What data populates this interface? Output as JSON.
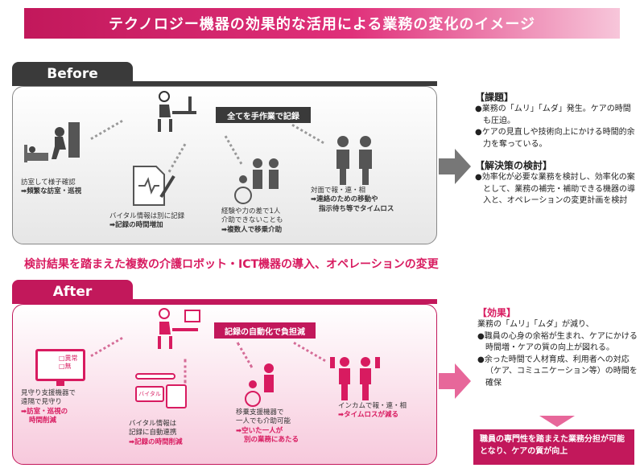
{
  "title": "テクノロジー機器の効果的な活用による業務の変化のイメージ",
  "before": {
    "tab": "Before",
    "badge": "全てを手作業で記録",
    "items": [
      {
        "line1": "訪室して様子確認",
        "line2": "➡頻繁な訪室・巡視"
      },
      {
        "line1": "バイタル情報は別に記録",
        "line2": "➡記録の時間増加"
      },
      {
        "line1": "経験や力の差で1人",
        "line2": "介助できないことも",
        "line3": "➡複数人で移乗介助"
      },
      {
        "line1": "対面で報・連・相",
        "line2": "➡連絡のための移動や",
        "line3": "指示待ち等でタイムロス"
      }
    ]
  },
  "issues": {
    "title": "【課題】",
    "bullets": [
      "●業務の「ムリ」「ムダ」発生。ケアの時間も圧迫。",
      "●ケアの見直しや技術向上にかける時間的余力を奪っている。"
    ],
    "solution_title": "【解決策の検討】",
    "solution_bullets": [
      "●効率化が必要な業務を検討し、効率化の案として、業務の補完・補助できる機器の導入と、オペレーションの変更計画を検討"
    ]
  },
  "middle_heading": "検討結果を踏まえた複数の介護ロボット・ICT機器の導入、オペレーションの変更",
  "after": {
    "tab": "After",
    "badge": "記録の自動化で負担減",
    "monitor_screen": "□異常\n□無",
    "vital_label": "バイタル",
    "items": [
      {
        "line1": "見守り支援機器で",
        "line2": "遠隔で見守り",
        "line3": "➡訪室・巡視の",
        "line4": "時間削減"
      },
      {
        "line1": "バイタル情報は",
        "line2": "記録に自動連携",
        "line3": "➡記録の時間削減"
      },
      {
        "line1": "移乗支援機器で",
        "line2": "一人でも介助可能",
        "line3": "➡空いた一人が",
        "line4": "別の業務にあたる"
      },
      {
        "line1": "インカムで報・連・相",
        "line2": "➡タイムロスが減る"
      }
    ]
  },
  "effects": {
    "title": "【効果】",
    "intro": "業務の「ムリ」「ムダ」が減り、",
    "bullets": [
      "●職員の心身の余裕が生まれ、ケアにかける時間増・ケアの質の向上が図れる。",
      "●余った時間で人材育成、利用者への対応（ケア、コミュニケーション等）の時間を確保"
    ],
    "result": "職員の専門性を踏まえた業務分担が可能となり、ケアの質が向上"
  },
  "colors": {
    "magenta": "#d81b60",
    "dark": "#333333",
    "pink_light": "#f7c9dc"
  }
}
